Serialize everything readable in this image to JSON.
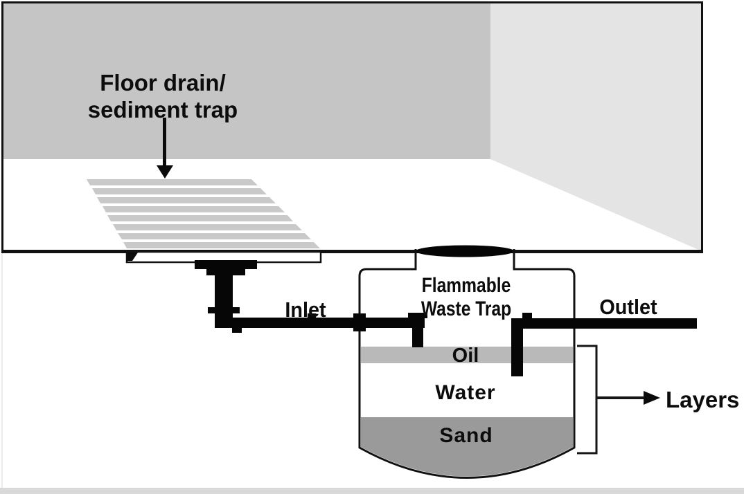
{
  "labels": {
    "floor_drain": {
      "line1": "Floor drain/",
      "line2": "sediment trap"
    },
    "inlet": "Inlet",
    "outlet": "Outlet",
    "tank_title": {
      "line1": "Flammable",
      "line2": "Waste Trap"
    },
    "layers": "Layers"
  },
  "tank_layers": [
    {
      "name": "Oil",
      "color": "#b9b9b9"
    },
    {
      "name": "Water",
      "color": "#ffffff"
    },
    {
      "name": "Sand",
      "color": "#9a9a9a"
    }
  ],
  "colors": {
    "back_wall": "#c5c5c5",
    "side_wall": "#e4e4e4",
    "floor": "#ffffff",
    "grate_stripe": "#c9c9c9",
    "line": "#111111",
    "pipe": "#060606",
    "bottom_strip": "#d9d9d9"
  }
}
